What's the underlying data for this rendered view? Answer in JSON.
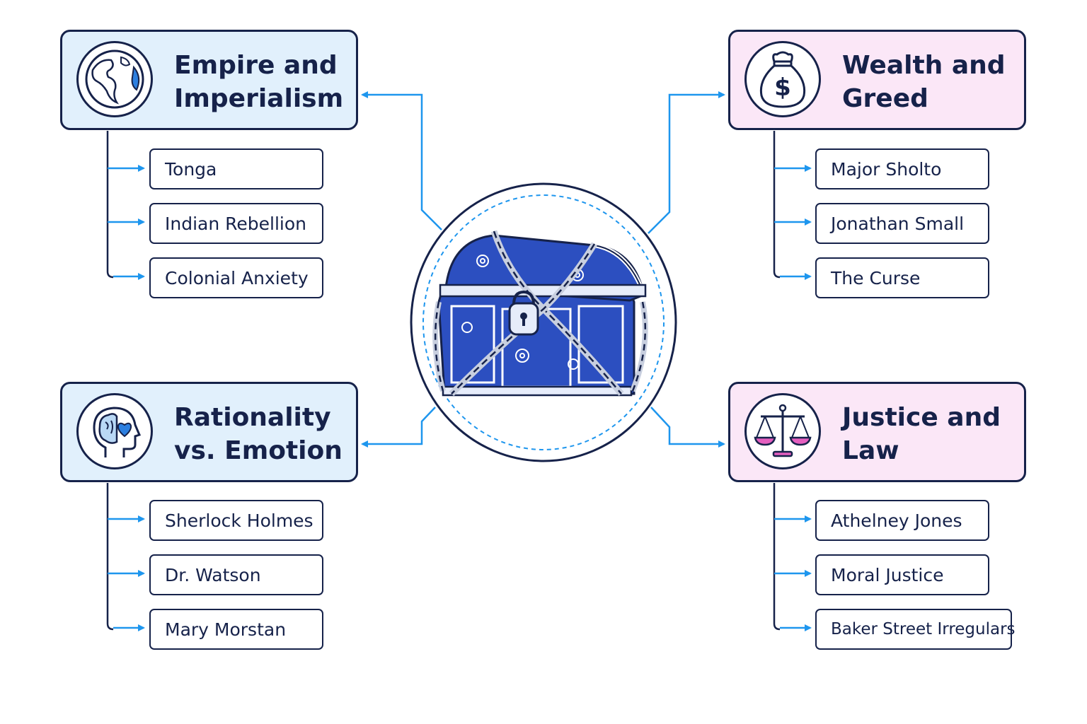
{
  "diagram": {
    "center": {
      "icon": "locked-treasure-chest-icon"
    },
    "themes": [
      {
        "id": "empire",
        "title": "Empire and Imperialism",
        "icon": "globe-icon",
        "color": "#e1f0fc",
        "items": [
          "Tonga",
          "Indian Rebellion",
          "Colonial Anxiety"
        ]
      },
      {
        "id": "wealth",
        "title": "Wealth and Greed",
        "icon": "money-bag-icon",
        "color": "#fbe7f7",
        "items": [
          "Major Sholto",
          "Jonathan Small",
          "The Curse"
        ]
      },
      {
        "id": "rationality",
        "title": "Rationality vs. Emotion",
        "icon": "head-brain-heart-icon",
        "color": "#e1f0fc",
        "items": [
          "Sherlock Holmes",
          "Dr. Watson",
          "Mary Morstan"
        ]
      },
      {
        "id": "justice",
        "title": "Justice and Law",
        "icon": "scales-of-justice-icon",
        "color": "#fbe7f7",
        "items": [
          "Athelney Jones",
          "Moral Justice",
          "Baker Street Irregulars"
        ]
      }
    ],
    "colors": {
      "outline": "#16224a",
      "connector": "#1e96ee",
      "chest": "#2c4fc0",
      "accent_pink": "#e45fbf"
    }
  }
}
